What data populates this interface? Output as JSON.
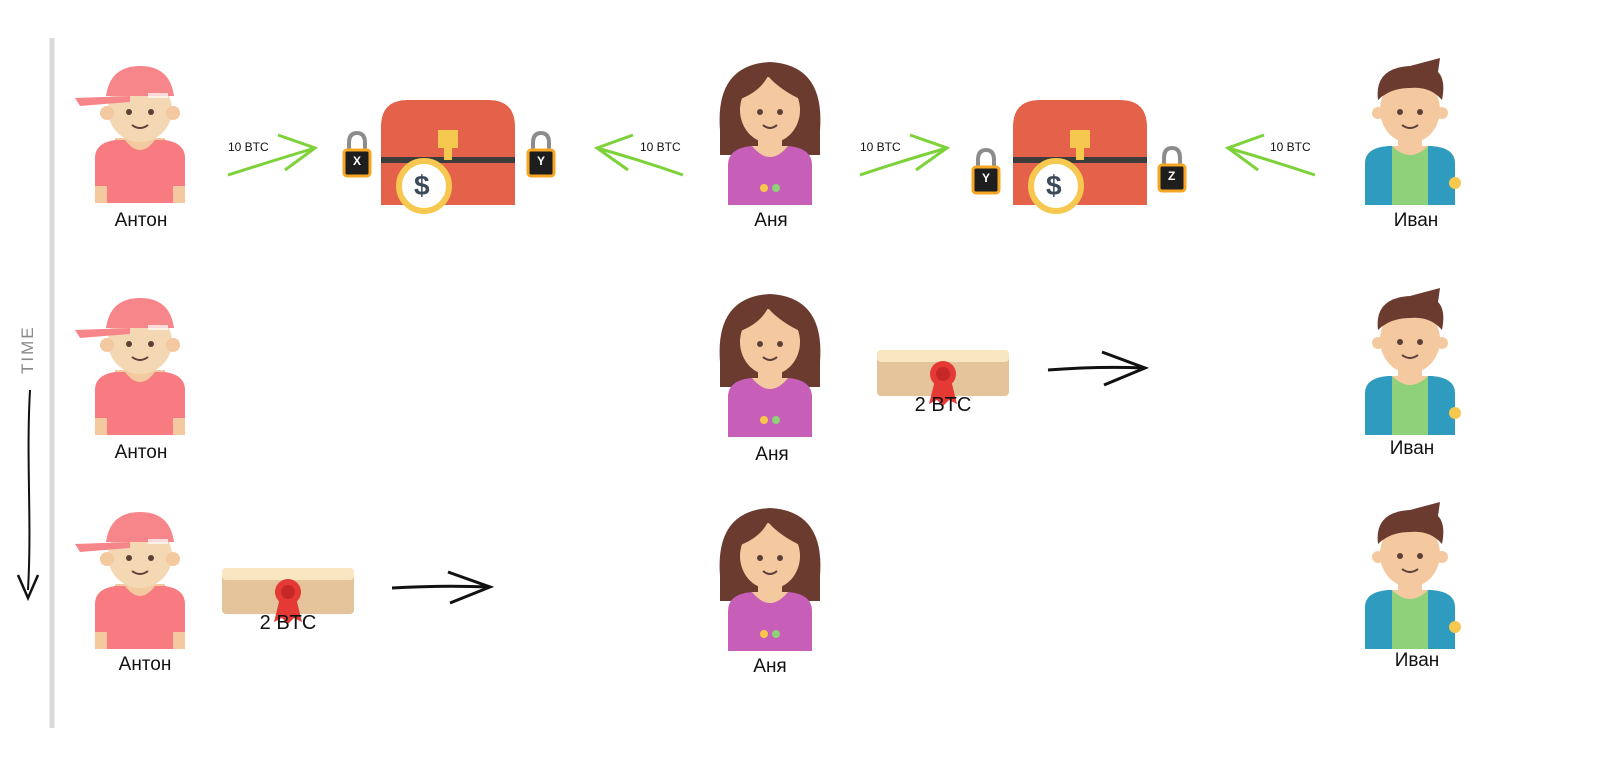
{
  "time_label": "TIME",
  "people": {
    "anton": "Антон",
    "anya": "Аня",
    "ivan": "Иван"
  },
  "row1": {
    "anton_amount": "10 BTC",
    "anya_left_amount": "10 BTC",
    "anya_right_amount": "10 BTC",
    "ivan_amount": "10 BTC",
    "left_chest_locks": [
      "X",
      "Y"
    ],
    "right_chest_locks": [
      "Y",
      "Z"
    ],
    "coin_symbol": "$"
  },
  "row2": {
    "payment": "2 BTC"
  },
  "row3": {
    "payment": "2 BTC"
  },
  "colors": {
    "anton_shirt": "#f77b80",
    "anton_cap": "#f7868b",
    "skin": "#f4c9a0",
    "anya_hair": "#6b3b2f",
    "anya_dress": "#c75fb8",
    "ivan_hair": "#6b3b2f",
    "ivan_jacket": "#2e9bbf",
    "ivan_shirt": "#8fd07a",
    "chest_red": "#e4614a",
    "coin_gold": "#f6c850",
    "green_arrow": "#7dd23a",
    "ribbon_red": "#e53935",
    "scroll": "#e6c49b"
  }
}
